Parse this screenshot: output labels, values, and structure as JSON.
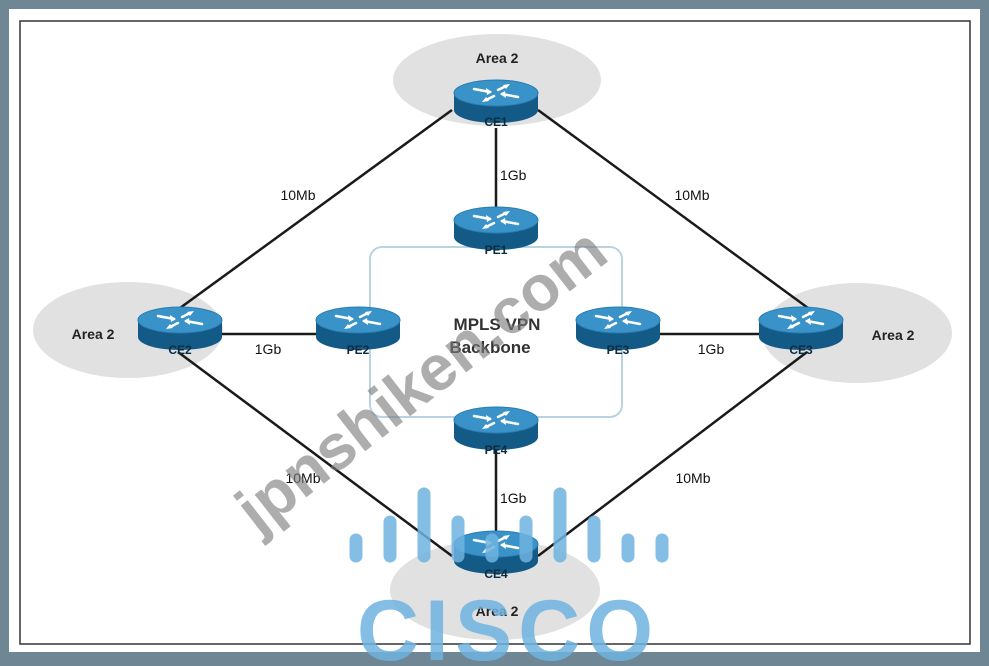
{
  "colors": {
    "frame": "#6f8794",
    "background": "#ffffff",
    "area_fill": "#e1e1e1",
    "link": "#1a1a1a",
    "router_top": "#3a93c8",
    "router_side": "#145a86",
    "backbone_border": "#b9d3e2",
    "watermark": "#7a7a7a",
    "logo": "#6fb3df"
  },
  "areas": {
    "ce1": "Area 2",
    "ce2": "Area 2",
    "ce3": "Area 2",
    "ce4": "Area 2"
  },
  "routers": {
    "ce1": "CE1",
    "ce2": "CE2",
    "ce3": "CE3",
    "ce4": "CE4",
    "pe1": "PE1",
    "pe2": "PE2",
    "pe3": "PE3",
    "pe4": "PE4"
  },
  "backbone": {
    "line1": "MPLS VPN",
    "line2": "Backbone"
  },
  "links": {
    "ce1_ce2": "10Mb",
    "ce1_ce3": "10Mb",
    "ce2_ce4": "10Mb",
    "ce3_ce4": "10Mb",
    "ce1_pe1": "1Gb",
    "ce2_pe2": "1Gb",
    "pe3_ce3": "1Gb",
    "pe4_ce4": "1Gb"
  },
  "watermark": "jpnshiken.com",
  "logo": "CISCO",
  "icons": {
    "router": "router-icon",
    "logo_bars": "cisco-bars-icon"
  }
}
